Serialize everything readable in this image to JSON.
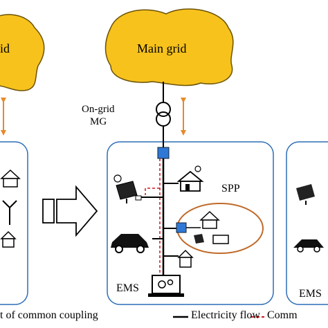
{
  "labels": {
    "left_grid": "id",
    "main_grid": "Main grid",
    "ongrid_line1": "On-grid",
    "ongrid_line2": "MG",
    "spp": "SPP",
    "ems_center": "EMS",
    "ems_right": "EMS"
  },
  "legend": {
    "pcc": "t of common coupling",
    "electricity": "Electricity flow",
    "communication": "Comm"
  },
  "icons": [
    "cloud-grid-icon",
    "transformer-icon",
    "pcc-node-icon",
    "house-solar-icon",
    "solar-panel-icon",
    "wind-turbine-icon",
    "electric-car-icon",
    "house-icon",
    "laptop-gears-icon",
    "arrow-right-icon"
  ],
  "colors": {
    "grid_fill": "#f7c21c",
    "grid_stroke": "#6b5208",
    "frame": "#2c6db6",
    "pcc": "#2f78d6",
    "arrow": "#e58a2b",
    "comm": "#d0141b",
    "spp_ellipse": "#c06a2a"
  }
}
